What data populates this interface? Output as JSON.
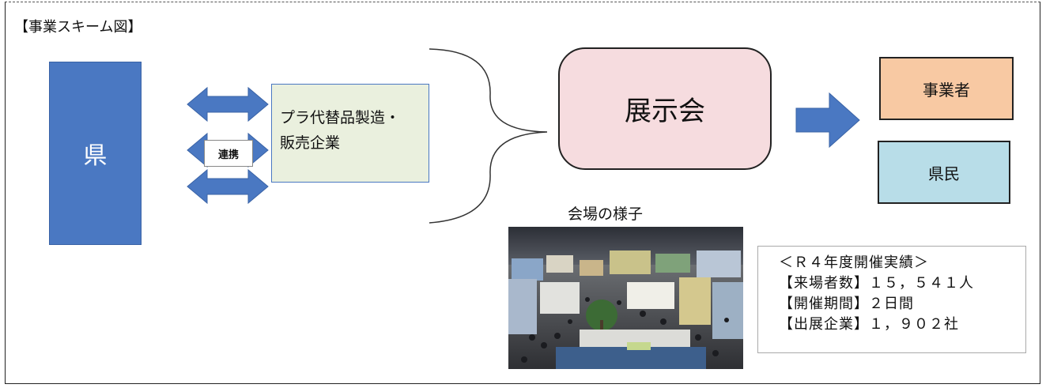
{
  "title": "【事業スキーム図】",
  "prefecture": "県",
  "company": {
    "line1": "プラ代替品製造・",
    "line2": "販売企業"
  },
  "cooperation": "連携",
  "exhibition": "展示会",
  "targets": {
    "business": "事業者",
    "citizens": "県民"
  },
  "photo_caption": "会場の様子",
  "results": {
    "heading": "＜Ｒ４年度開催実績＞",
    "visitors": "【来場者数】１５，５４１人",
    "period": "【開催期間】２日間",
    "exhibitors": "【出展企業】１，９０２社"
  },
  "colors": {
    "prefecture_fill": "#4a78c2",
    "company_fill": "#eaf0de",
    "exhibition_fill": "#f6dcdf",
    "business_fill": "#f8c9a3",
    "citizens_fill": "#b8dde8",
    "arrow_fill": "#4a78c2"
  }
}
